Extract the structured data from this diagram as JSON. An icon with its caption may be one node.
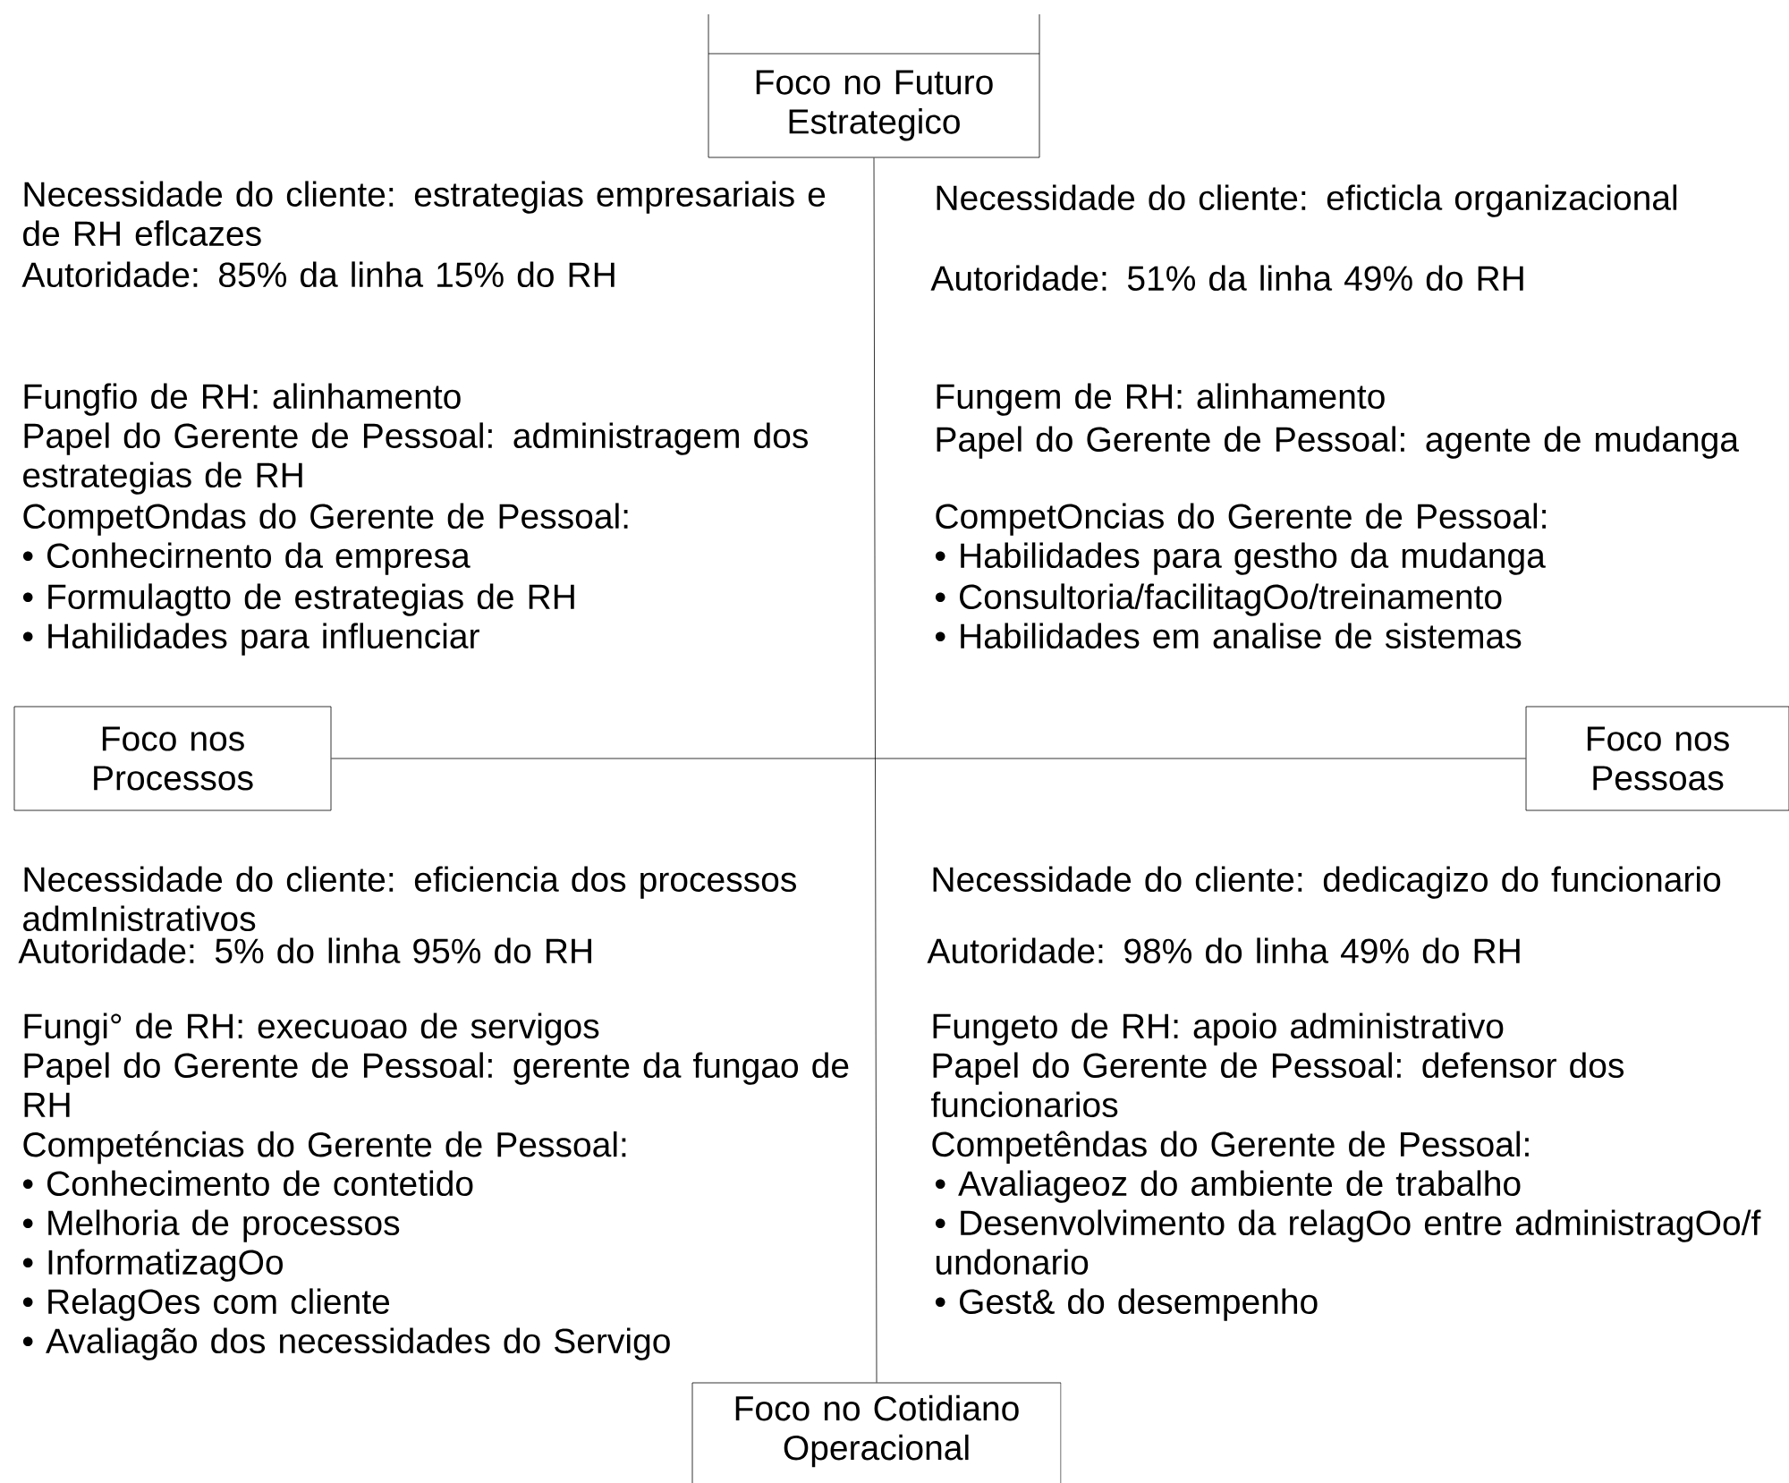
{
  "diagram": {
    "nodes": [
      {
        "text": [
          "Foco no Futuro Estrategico"
        ]
      },
      {
        "text": [
          "Foco nos Processos"
        ]
      },
      {
        "text": [
          "Foco nos Pessoas"
        ]
      },
      {
        "text": [
          "Foco no Cotidiano Operacional"
        ]
      }
    ],
    "edges": [
      {
        "from": 0,
        "to": 3,
        "arrow": "none"
      },
      {
        "from": 1,
        "to": 2,
        "arrow": "none"
      }
    ],
    "labels": [
      "Necessidade do cliente: estrategias empresariais e de RH eflcazes",
      "Autoridade: 85% da linha 15% do RH",
      "Fungfio de RH: alinhamento",
      "Papel do Gerente de Pessoal: administragem dos estrategias de RH",
      "CompetOndas do Gerente de Pessoal:",
      "• Conhecirnento da empresa",
      "• Formulagtto de estrategias de RH",
      "• Hahilidades para influenciar",
      "Necessidade do cliente: eficticla organizacional",
      "Autoridade: 51% da linha 49% do RH",
      "Fungem de RH: alinhamento",
      "Papel do Gerente de Pessoal: agente de mudanga",
      "CompetOncias do Gerente de Pessoal:",
      "• Habilidades para gestho da mudanga",
      "• Consultoria/facilitagOo/treinamento",
      "• Habilidades em analise de sistemas",
      "Necessidade do cliente: eficiencia dos processos admInistrativos",
      "Autoridade: 5% do linha 95% do RH",
      "Fungi° de RH: execuoao de servigos",
      "Papel do Gerente de Pessoal: gerente da fungao de RH",
      "Competéncias do Gerente de Pessoal:",
      "• Conhecimento de contetido",
      "• Melhoria de processos",
      "• InformatizagOo",
      "• RelagOes com cliente",
      "• Avaliagão dos necessidades do Servigo",
      "Necessidade do cliente: dedicagizo do funcionario",
      "Autoridade: 98% do linha 49% do RH",
      "Fungeto de RH: apoio administrativo",
      "Papel do Gerente de Pessoal: defensor dos funcionarios",
      "Competêndas do Gerente de Pessoal:",
      "• Avaliageoz do ambiente de trabalho",
      "• Desenvolvimento da relagOo entre administragOo/f undonario",
      "• Gest& do desempenho"
    ]
  }
}
